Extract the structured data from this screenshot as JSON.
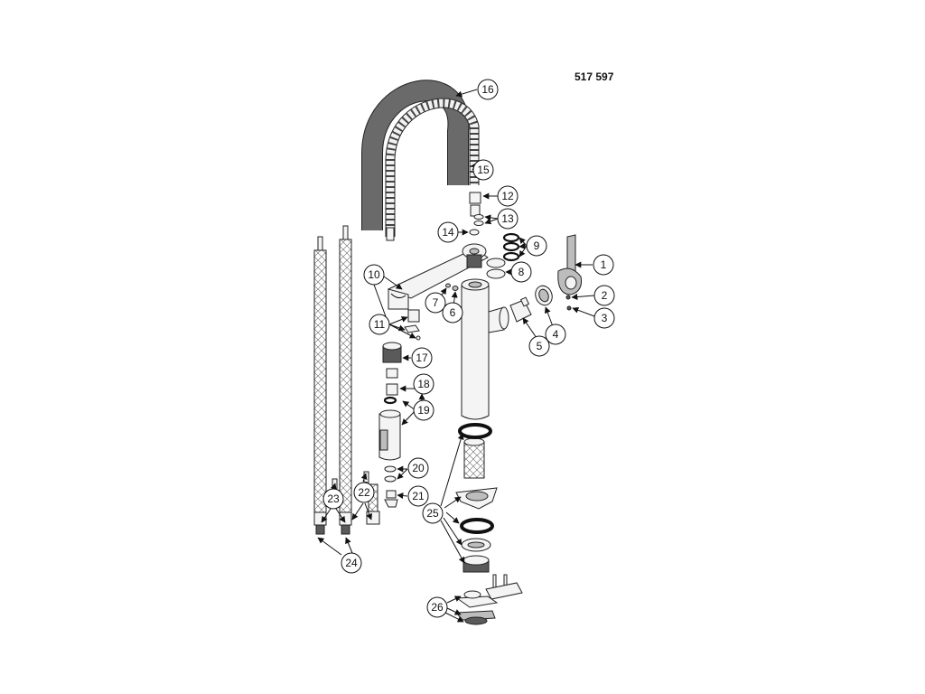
{
  "document_number": "517 597",
  "callouts": [
    "1",
    "2",
    "3",
    "4",
    "5",
    "6",
    "7",
    "8",
    "9",
    "10",
    "11",
    "12",
    "13",
    "14",
    "15",
    "16",
    "17",
    "18",
    "19",
    "20",
    "21",
    "22",
    "23",
    "24",
    "25",
    "26"
  ],
  "colors": {
    "line": "#111111",
    "hose": "#5a5a5a",
    "part_fill": "#f4f4f4"
  }
}
